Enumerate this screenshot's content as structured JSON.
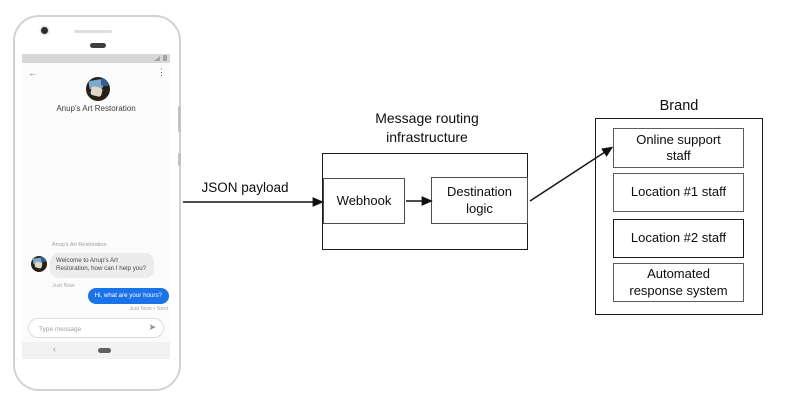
{
  "phone": {
    "status_bar": {
      "signal_icon": "signal-triangle",
      "battery_icon": "battery"
    },
    "header": {
      "back_icon": "←",
      "menu_icon": "⋮",
      "title": "Anup's Art Restoration"
    },
    "chat": {
      "sender_label": "Anup's Art Restoration",
      "incoming_message": "Welcome to Anup's Art Restoration, how can I help you?",
      "incoming_time": "Just Now",
      "outgoing_message": "Hi, what are your hours?",
      "outgoing_time": "Just Now • Sent"
    },
    "composer": {
      "placeholder": "Type message",
      "send_icon": "➤"
    },
    "nav": {
      "back_icon": "‹"
    }
  },
  "diagram": {
    "payload_label": "JSON payload",
    "routing": {
      "title": "Message routing infrastructure",
      "webhook_label": "Webhook",
      "destination_label": "Destination logic"
    },
    "brand": {
      "title": "Brand",
      "items": [
        "Online support staff",
        "Location #1 staff",
        "Location #2 staff",
        "Automated response system"
      ]
    }
  },
  "colors": {
    "outgoing_bubble": "#1a73e8",
    "incoming_bubble": "#ececec",
    "arrow_line": "#111111"
  }
}
